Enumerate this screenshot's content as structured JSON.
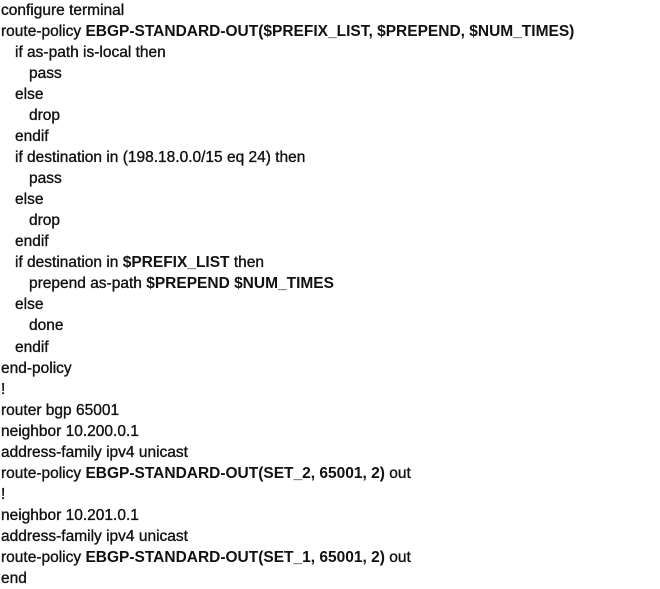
{
  "lines": [
    {
      "indent": 0,
      "parts": [
        {
          "t": "configure terminal",
          "b": false
        }
      ]
    },
    {
      "indent": 0,
      "parts": [
        {
          "t": "route-policy ",
          "b": false
        },
        {
          "t": "EBGP-STANDARD-OUT($PREFIX_LIST, $PREPEND, $NUM_TIMES)",
          "b": true
        }
      ]
    },
    {
      "indent": 1,
      "parts": [
        {
          "t": "if as-path is-local then",
          "b": false
        }
      ]
    },
    {
      "indent": 2,
      "parts": [
        {
          "t": "pass",
          "b": false
        }
      ]
    },
    {
      "indent": 1,
      "parts": [
        {
          "t": "else",
          "b": false
        }
      ]
    },
    {
      "indent": 2,
      "parts": [
        {
          "t": "drop",
          "b": false
        }
      ]
    },
    {
      "indent": 1,
      "parts": [
        {
          "t": "endif",
          "b": false
        }
      ]
    },
    {
      "indent": 1,
      "parts": [
        {
          "t": "if destination in (198.18.0.0/15 eq 24) then",
          "b": false
        }
      ]
    },
    {
      "indent": 2,
      "parts": [
        {
          "t": "pass",
          "b": false
        }
      ]
    },
    {
      "indent": 1,
      "parts": [
        {
          "t": "else",
          "b": false
        }
      ]
    },
    {
      "indent": 2,
      "parts": [
        {
          "t": "drop",
          "b": false
        }
      ]
    },
    {
      "indent": 1,
      "parts": [
        {
          "t": "endif",
          "b": false
        }
      ]
    },
    {
      "indent": 1,
      "parts": [
        {
          "t": "if destination in ",
          "b": false
        },
        {
          "t": "$PREFIX_LIST",
          "b": true
        },
        {
          "t": " then",
          "b": false
        }
      ]
    },
    {
      "indent": 2,
      "parts": [
        {
          "t": "prepend as-path ",
          "b": false
        },
        {
          "t": "$PREPEND $NUM_TIMES",
          "b": true
        }
      ]
    },
    {
      "indent": 1,
      "parts": [
        {
          "t": "else",
          "b": false
        }
      ]
    },
    {
      "indent": 2,
      "parts": [
        {
          "t": "done",
          "b": false
        }
      ]
    },
    {
      "indent": 1,
      "parts": [
        {
          "t": "endif",
          "b": false
        }
      ]
    },
    {
      "indent": 0,
      "parts": [
        {
          "t": "end-policy",
          "b": false
        }
      ]
    },
    {
      "indent": 0,
      "parts": [
        {
          "t": "!",
          "b": false
        }
      ]
    },
    {
      "indent": 0,
      "parts": [
        {
          "t": "router bgp 65001",
          "b": false
        }
      ]
    },
    {
      "indent": 0,
      "parts": [
        {
          "t": "neighbor 10.200.0.1",
          "b": false
        }
      ]
    },
    {
      "indent": 0,
      "parts": [
        {
          "t": "address-family ipv4 unicast",
          "b": false
        }
      ]
    },
    {
      "indent": 0,
      "parts": [
        {
          "t": "route-policy ",
          "b": false
        },
        {
          "t": "EBGP-STANDARD-OUT(SET_2, 65001, 2)",
          "b": true
        },
        {
          "t": " out",
          "b": false
        }
      ]
    },
    {
      "indent": 0,
      "parts": [
        {
          "t": "!",
          "b": false
        }
      ]
    },
    {
      "indent": 0,
      "parts": [
        {
          "t": "neighbor 10.201.0.1",
          "b": false
        }
      ]
    },
    {
      "indent": 0,
      "parts": [
        {
          "t": "address-family ipv4 unicast",
          "b": false
        }
      ]
    },
    {
      "indent": 0,
      "parts": [
        {
          "t": "route-policy ",
          "b": false
        },
        {
          "t": "EBGP-STANDARD-OUT(SET_1, 65001, 2)",
          "b": true
        },
        {
          "t": " out",
          "b": false
        }
      ]
    },
    {
      "indent": 0,
      "parts": [
        {
          "t": "end",
          "b": false
        }
      ]
    }
  ]
}
